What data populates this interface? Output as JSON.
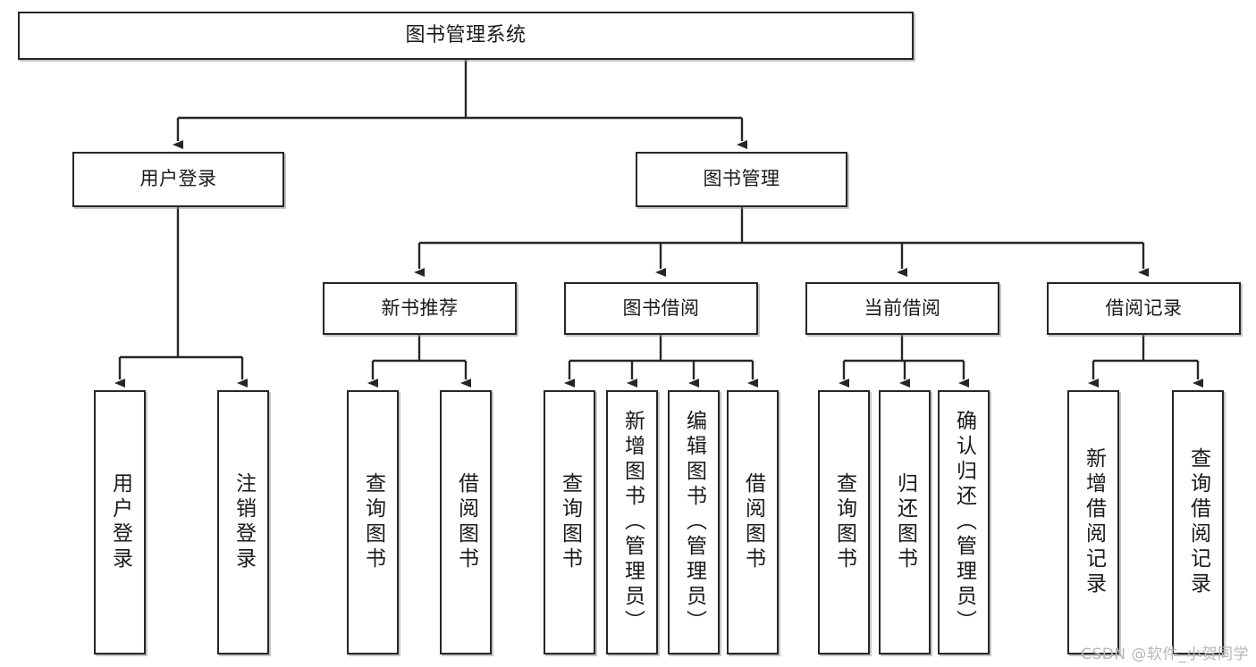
{
  "diagram": {
    "title": "图书管理系统",
    "type": "tree-hierarchy",
    "watermark": "CSDN @软件_小贺同学",
    "colors": {
      "box_border": "#26262a",
      "box_fill": "#ffffff",
      "connector": "#26262a",
      "text": "#1a1a1a",
      "watermark": "#b6b6b6"
    },
    "nodes": {
      "root": {
        "label": "图书管理系统"
      },
      "level2": [
        {
          "id": "user-login",
          "label": "用户登录"
        },
        {
          "id": "book-manage",
          "label": "图书管理"
        }
      ],
      "level3": [
        {
          "id": "new-book-recommend",
          "label": "新书推荐"
        },
        {
          "id": "book-borrow",
          "label": "图书借阅"
        },
        {
          "id": "current-borrow",
          "label": "当前借阅"
        },
        {
          "id": "borrow-record",
          "label": "借阅记录"
        }
      ],
      "leaves": {
        "user-login": [
          {
            "id": "leaf-user-login",
            "label": "用户登录"
          },
          {
            "id": "leaf-logout-login",
            "label": "注销登录"
          }
        ],
        "new-book-recommend": [
          {
            "id": "leaf-query-book-1",
            "label": "查询图书"
          },
          {
            "id": "leaf-borrow-book-1",
            "label": "借阅图书"
          }
        ],
        "book-borrow": [
          {
            "id": "leaf-query-book-2",
            "label": "查询图书"
          },
          {
            "id": "leaf-add-book",
            "label": "新增图书（管理员）"
          },
          {
            "id": "leaf-edit-book",
            "label": "编辑图书（管理员）"
          },
          {
            "id": "leaf-borrow-book-2",
            "label": "借阅图书"
          }
        ],
        "current-borrow": [
          {
            "id": "leaf-query-book-3",
            "label": "查询图书"
          },
          {
            "id": "leaf-return-book",
            "label": "归还图书"
          },
          {
            "id": "leaf-confirm-return",
            "label": "确认归还（管理员）"
          }
        ],
        "borrow-record": [
          {
            "id": "leaf-add-record",
            "label": "新增借阅记录"
          },
          {
            "id": "leaf-query-record",
            "label": "查询借阅记录"
          }
        ]
      }
    }
  }
}
